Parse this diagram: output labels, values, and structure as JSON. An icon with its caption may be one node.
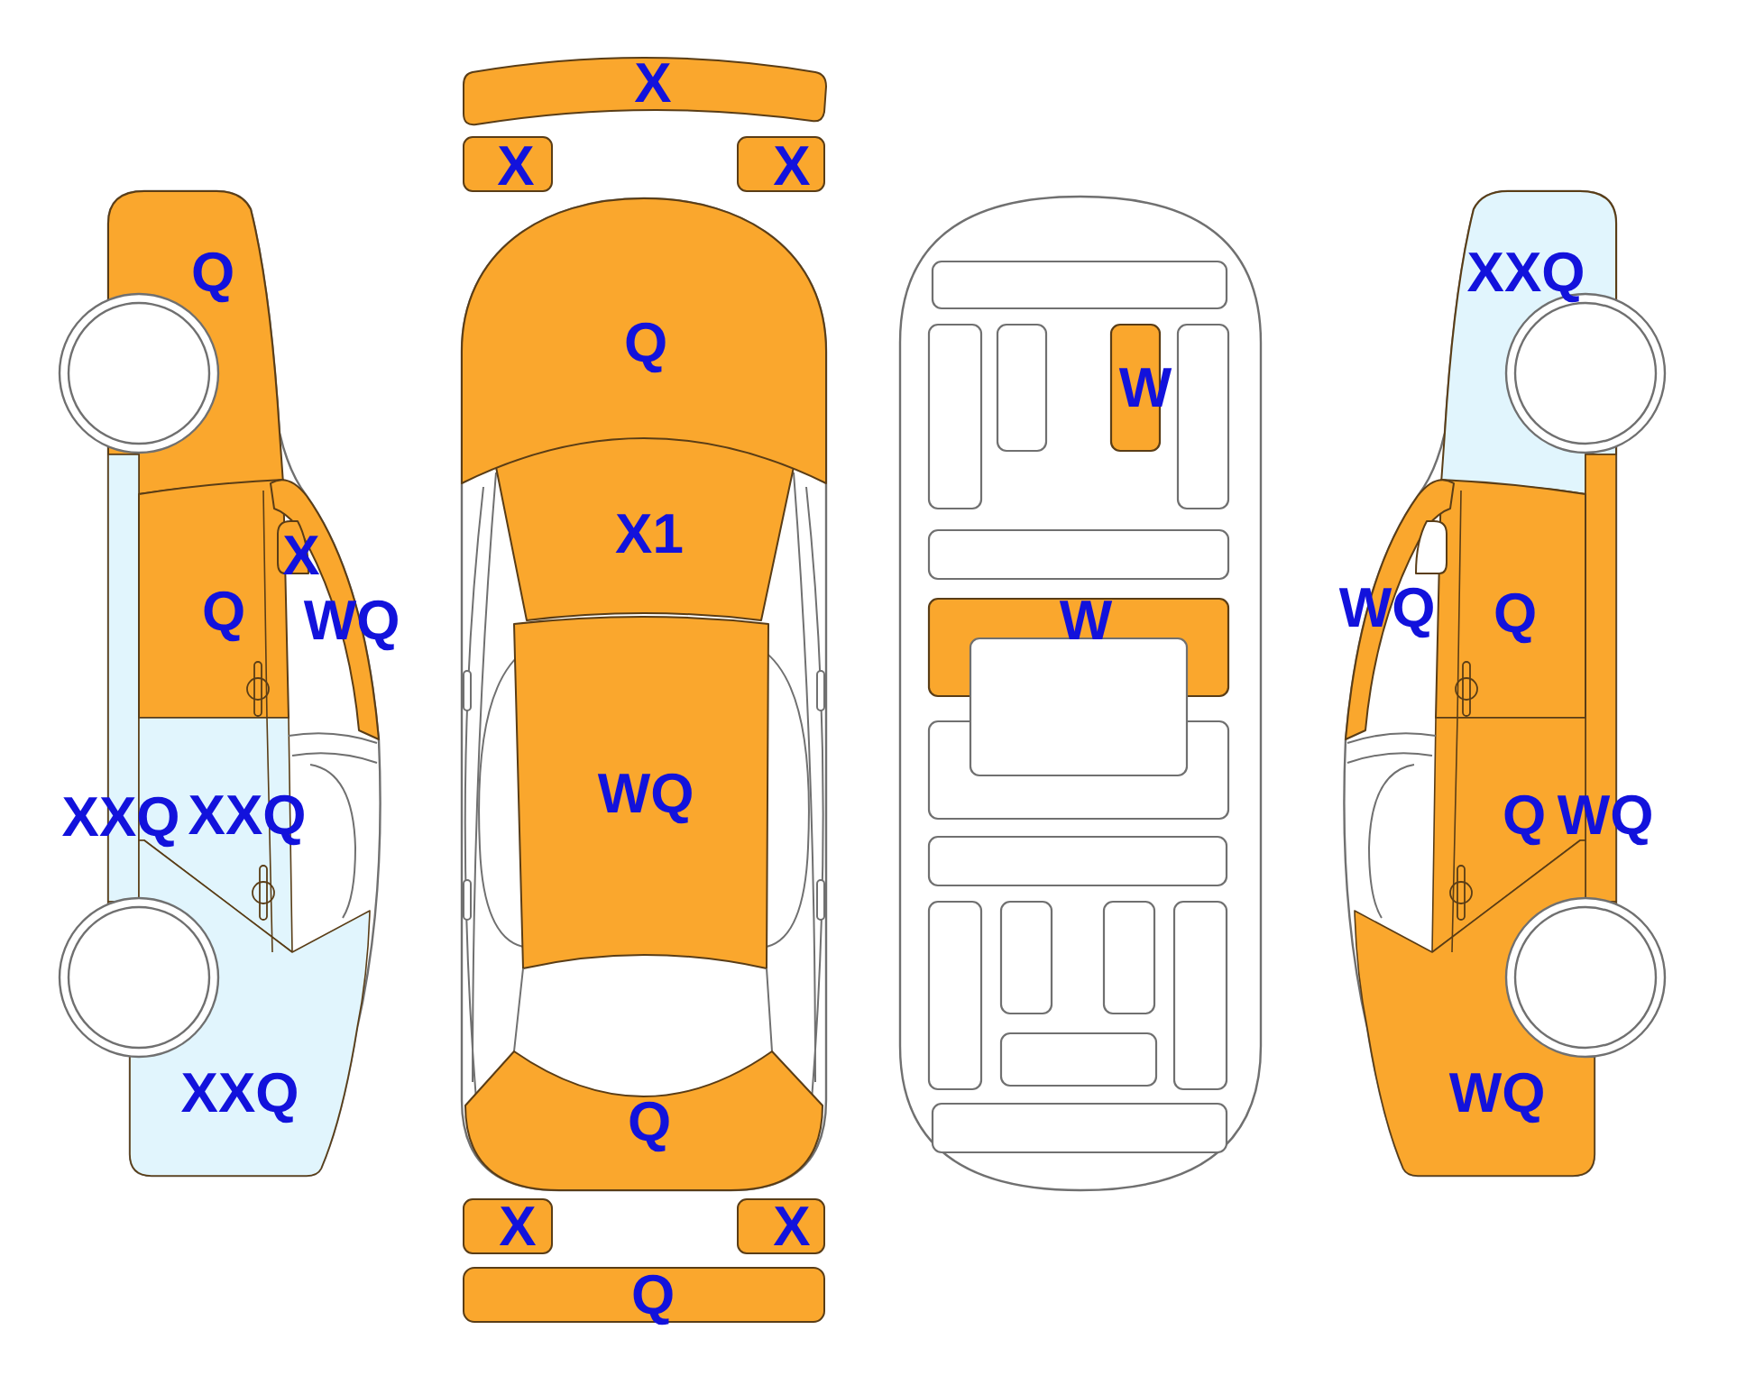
{
  "diagram": {
    "labels": [
      "X",
      "X",
      "X",
      "Q",
      "XXQ",
      "Q",
      "W",
      "X1",
      "X",
      "Q",
      "WQ",
      "W",
      "WQ",
      "Q",
      "WQ",
      "XXQ",
      "XXQ",
      "Q",
      "WQ",
      "XXQ",
      "Q",
      "WQ",
      "X",
      "X",
      "Q"
    ]
  }
}
